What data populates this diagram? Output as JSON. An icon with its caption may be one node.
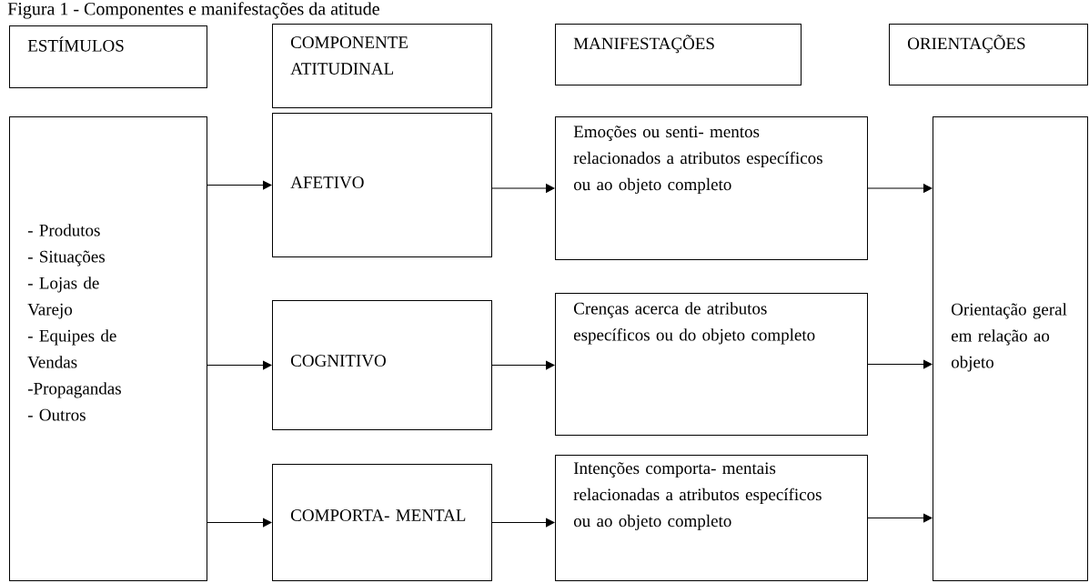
{
  "diagram": {
    "title": "Figura 1 - Componentes e manifestações da atitude",
    "nodes": [
      {
        "text": [
          "ESTÍMULOS"
        ]
      },
      {
        "text": [
          "COMPONENTE ATITUDINAL"
        ]
      },
      {
        "text": [
          "MANIFESTAÇÕES"
        ]
      },
      {
        "text": [
          "ORIENTAÇÕES"
        ]
      },
      {
        "text": [
          "- Produtos",
          "- Situações",
          "- Lojas de Varejo",
          "- Equipes de Vendas",
          "-Propagandas",
          "- Outros"
        ]
      },
      {
        "text": [
          "AFETIVO"
        ]
      },
      {
        "text": [
          "Emoções ou senti- mentos relacionados a atributos específicos ou ao objeto completo"
        ]
      },
      {
        "text": [
          "Orientação geral em relação ao objeto"
        ]
      },
      {
        "text": [
          "COGNITIVO"
        ]
      },
      {
        "text": [
          "Crenças acerca de atributos específicos ou do objeto completo"
        ]
      },
      {
        "text": [
          "COMPORTA- MENTAL"
        ]
      },
      {
        "text": [
          "Intenções comporta- mentais relacionadas a atributos específicos ou ao objeto completo"
        ]
      }
    ],
    "edges": [
      {
        "from": 4,
        "to": 5,
        "arrow": "to"
      },
      {
        "from": 4,
        "to": 8,
        "arrow": "to"
      },
      {
        "from": 4,
        "to": 10,
        "arrow": "to"
      },
      {
        "from": 5,
        "to": 6,
        "arrow": "to"
      },
      {
        "from": 8,
        "to": 9,
        "arrow": "to"
      },
      {
        "from": 10,
        "to": 11,
        "arrow": "to"
      },
      {
        "from": 6,
        "to": 7,
        "arrow": "to"
      },
      {
        "from": 9,
        "to": 7,
        "arrow": "to"
      },
      {
        "from": 11,
        "to": 7,
        "arrow": "to"
      }
    ]
  }
}
